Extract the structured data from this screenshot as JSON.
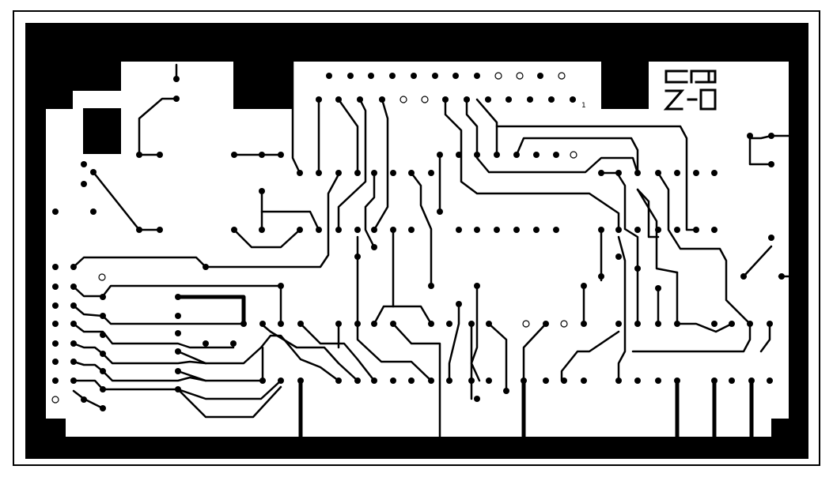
{
  "board": {
    "type": "pcb-copper-layer",
    "background": "#ffffff",
    "copper_color": "#000000",
    "mirrored_text": [
      "CNC",
      "0-Z"
    ],
    "pin_one_marker": "1"
  }
}
